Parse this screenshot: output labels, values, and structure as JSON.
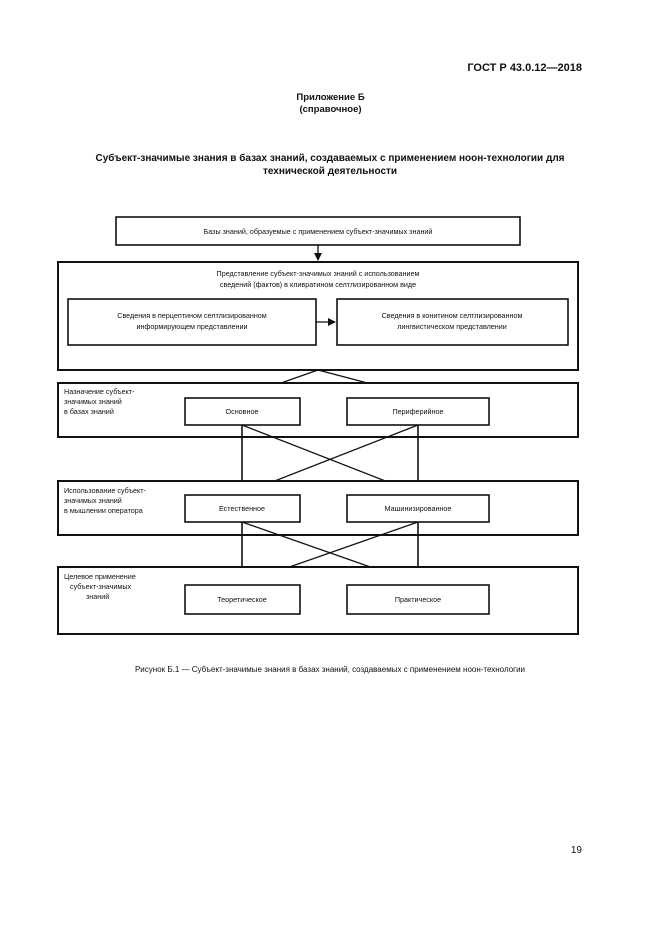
{
  "header": {
    "doc_code": "ГОСТ Р 43.0.12—2018"
  },
  "annex": {
    "title": "Приложение Б",
    "subtitle": "(справочное)"
  },
  "heading": {
    "line1": "Субъект-значимые знания в базах знаний, создаваемых с применением ноон-технологии для",
    "line2": "технической деятельности"
  },
  "diagram": {
    "top_box": "Базы знаний, образуемые с применением субъект-значимых знаний",
    "representation": {
      "title_line1": "Представление субъект-значимых знаний с использованием",
      "title_line2": "сведений (фактов) в кливратином селтлизированном виде",
      "left_line1": "Сведения в перцептином селтлизированном",
      "left_line2": "информирующем представлении",
      "right_line1": "Сведения в конитином селтлизированном",
      "right_line2": "лингвистическом представлении"
    },
    "purpose": {
      "label_line1": "Назначение субъект-",
      "label_line2": "значимых знаний",
      "label_line3": "в базах знаний",
      "left": "Основное",
      "right": "Периферийное"
    },
    "usage": {
      "label_line1": "Использование субъект-",
      "label_line2": "значимых знаний",
      "label_line3": "в мышлении оператора",
      "left": "Естественное",
      "right": "Машинизированное"
    },
    "application": {
      "label_line1": "Целевое применение",
      "label_line2": "субъект-значимых",
      "label_line3": "знаний",
      "left": "Теоретическое",
      "right": "Практическое"
    }
  },
  "caption": "Рисунок Б.1 — Субъект-значимые знания в базах знаний, создаваемых с применением ноон-технологии",
  "page_number": "19"
}
